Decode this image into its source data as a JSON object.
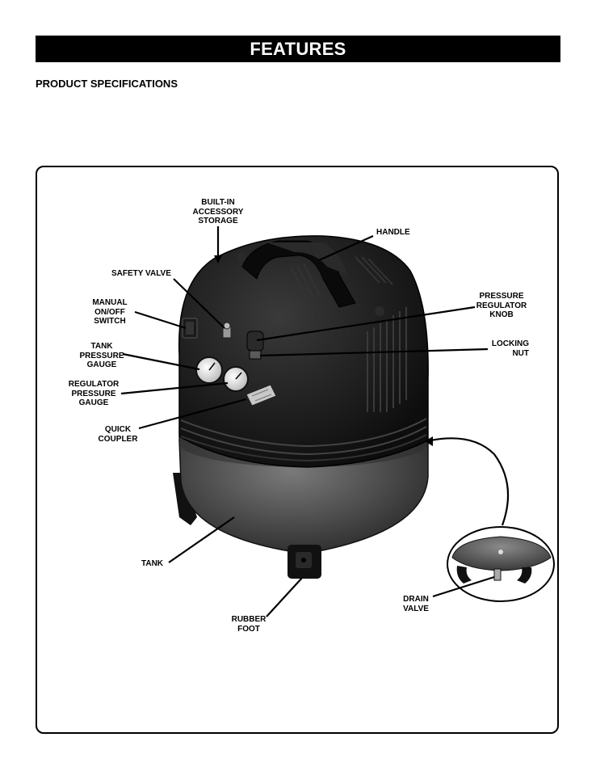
{
  "header": {
    "banner": "FEATURES",
    "section_title": "PRODUCT SPECIFICATIONS"
  },
  "callouts": {
    "storage": "BUILT-IN\nACCESSORY\nSTORAGE",
    "handle": "HANDLE",
    "safety_valve": "SAFETY VALVE",
    "switch": "MANUAL\nON/OFF\nSWITCH",
    "regulator_knob": "PRESSURE\nREGULATOR\nKNOB",
    "locking_nut": "LOCKING\nNUT",
    "tank_gauge": "TANK\nPRESSURE\nGAUGE",
    "regulator_gauge": "REGULATOR\nPRESSURE\nGAUGE",
    "quick_coupler": "QUICK\nCOUPLER",
    "tank": "TANK",
    "rubber_foot": "RUBBER\nFOOT",
    "drain_valve": "DRAIN\nVALVE"
  },
  "colors": {
    "banner_bg": "#000000",
    "tank": "#4a4a4a",
    "shroud": "#1a1a1a"
  }
}
